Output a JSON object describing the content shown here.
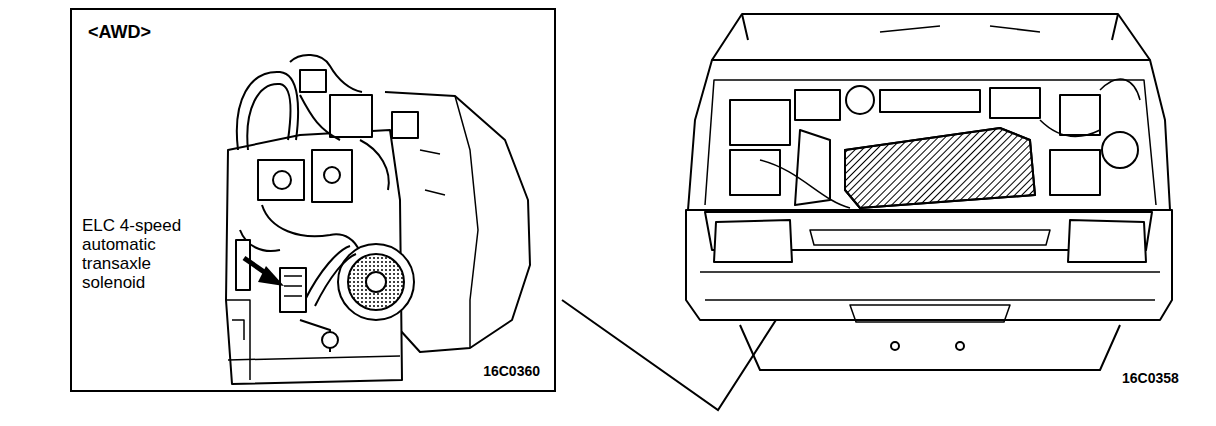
{
  "diagram": {
    "nodes": [
      {
        "text": [
          "<AWD>",
          "ELC 4-speed automatic transaxle solenoid",
          "16C0360"
        ]
      }
    ],
    "labels": [
      "16C0358"
    ]
  }
}
